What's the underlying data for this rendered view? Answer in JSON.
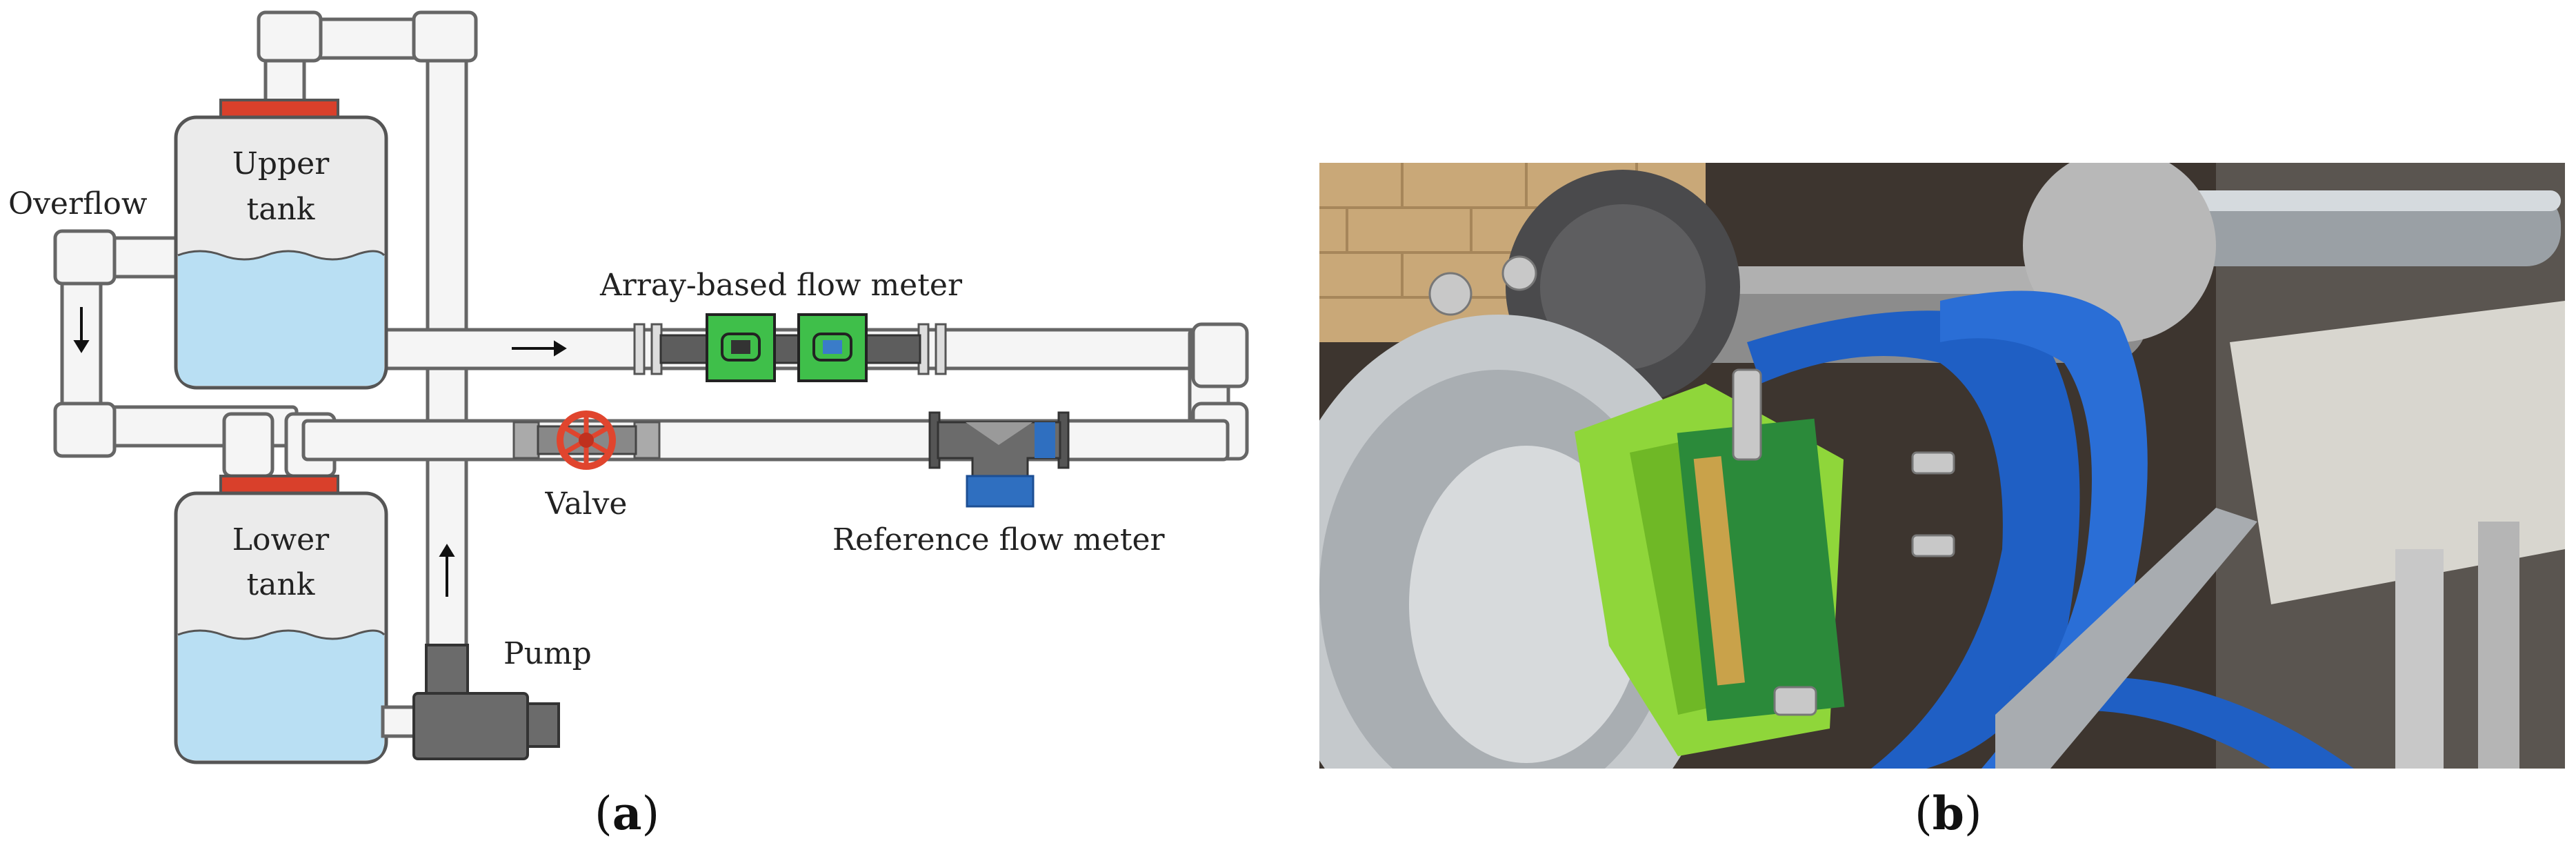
{
  "diagram": {
    "labels": {
      "upper_tank_line1": "Upper",
      "upper_tank_line2": "tank",
      "lower_tank_line1": "Lower",
      "lower_tank_line2": "tank",
      "overflow": "Overflow",
      "array_meter": "Array-based flow meter",
      "valve": "Valve",
      "reference_meter": "Reference flow meter",
      "pump": "Pump"
    },
    "colors": {
      "pipe": "#f5f5f5",
      "pipe_stroke": "#666666",
      "water": "#b9dff3",
      "tank_body": "#ebebeb",
      "cap": "#d9402b",
      "sensor": "#3fbf4a",
      "valve": "#e0452e",
      "pump": "#6b6b6b",
      "ref_meter_nozzle": "#2f6fc0"
    }
  },
  "photo": {
    "icon": "photo-flow-meter-rig-image",
    "colors": {
      "band": "#1f5fc4",
      "clamp": "#8fd63a",
      "pcb": "#2b8a3a"
    }
  },
  "captions": {
    "a": "a",
    "b": "b"
  }
}
